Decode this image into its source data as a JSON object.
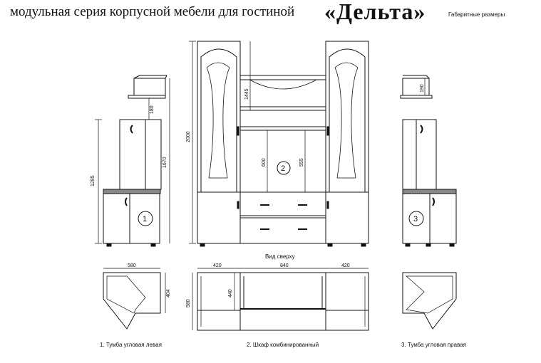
{
  "header": {
    "title": "модульная серия корпусной мебели для гостиной",
    "quote_open": "«",
    "brand": "Дельта",
    "quote_close": "»",
    "dimensions_label": "Габаритные размеры"
  },
  "labels": {
    "top_view": "Вид сверху"
  },
  "modules": [
    {
      "number": "1",
      "caption": "1.  Тумба угловая левая"
    },
    {
      "number": "2",
      "caption": "2.  Шкаф комбинированный"
    },
    {
      "number": "3",
      "caption": "3.  Тумба угловая правая"
    }
  ],
  "dimensions": {
    "left_shelf_gap": "180",
    "left_total_height": "1670",
    "left_lower_height": "1285",
    "left_width": "580",
    "left_depth": "404",
    "center_height": "2000",
    "center_niche_height": "1445",
    "center_shelf_height": "600",
    "center_shelf_height2": "555",
    "center_side_width_left": "420",
    "center_mid_width": "840",
    "center_side_width_right": "420",
    "center_depth": "580",
    "center_inner_depth": "440",
    "right_shelf_gap": "190"
  }
}
